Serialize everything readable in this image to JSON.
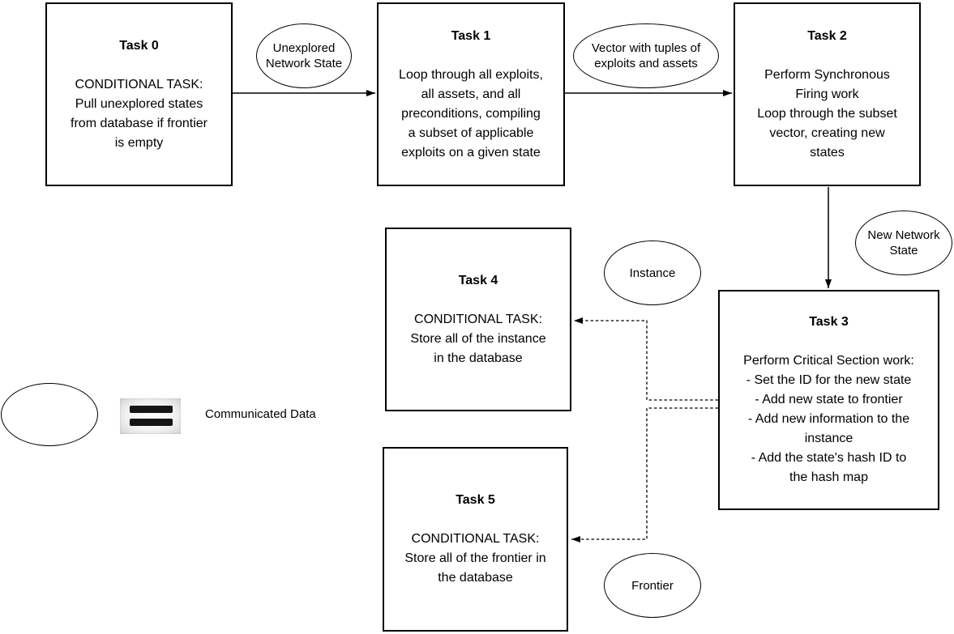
{
  "diagram": {
    "tasks": [
      {
        "id": "task0",
        "title": "Task 0",
        "body": "CONDITIONAL TASK:\nPull unexplored states\nfrom database if frontier\nis empty"
      },
      {
        "id": "task1",
        "title": "Task 1",
        "body": "Loop through all exploits,\nall assets, and all\npreconditions, compiling\na subset of applicable\nexploits on a given state"
      },
      {
        "id": "task2",
        "title": "Task 2",
        "body": "Perform Synchronous\nFiring work\nLoop through the subset\nvector, creating new\nstates"
      },
      {
        "id": "task3",
        "title": "Task 3",
        "body": "Perform Critical Section work:\n- Set the ID for the new state\n- Add new state to frontier\n- Add new information to the\ninstance\n- Add the state's hash ID to\nthe hash map"
      },
      {
        "id": "task4",
        "title": "Task 4",
        "body": "CONDITIONAL TASK:\nStore all of the instance\nin the database"
      },
      {
        "id": "task5",
        "title": "Task 5",
        "body": "CONDITIONAL TASK:\nStore all of the frontier in\nthe database"
      }
    ],
    "data_ovals": [
      {
        "id": "unexplored",
        "label": "Unexplored\nNetwork State"
      },
      {
        "id": "vector",
        "label": "Vector with tuples of\nexploits and assets"
      },
      {
        "id": "newstate",
        "label": "New Network\nState"
      },
      {
        "id": "instance",
        "label": "Instance"
      },
      {
        "id": "frontier",
        "label": "Frontier"
      }
    ],
    "legend": {
      "label": "Communicated Data"
    },
    "colors": {
      "stroke": "#000000",
      "background": "#ffffff",
      "text": "#000000"
    }
  }
}
